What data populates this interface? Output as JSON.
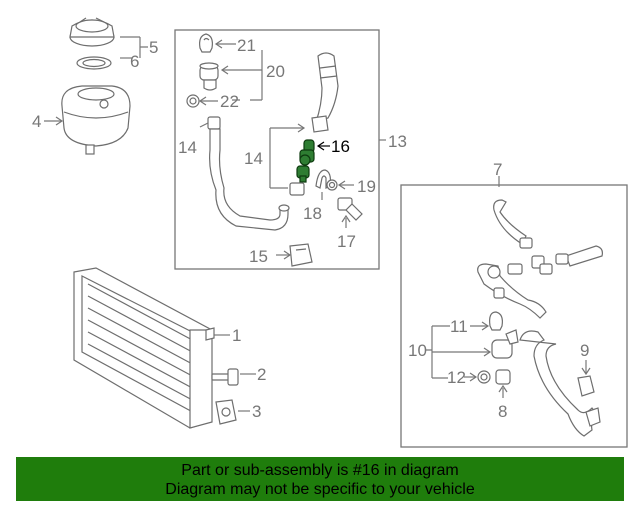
{
  "diagram": {
    "highlight_color": "#2e7d32",
    "callouts": {
      "c1": "1",
      "c2": "2",
      "c3": "3",
      "c4": "4",
      "c5": "5",
      "c6": "6",
      "c7": "7",
      "c8": "8",
      "c9": "9",
      "c10": "10",
      "c11": "11",
      "c12": "12",
      "c13": "13",
      "c14a": "14",
      "c14b": "14",
      "c15": "15",
      "c16": "16",
      "c17": "17",
      "c18": "18",
      "c19": "19",
      "c20": "20",
      "c21": "21",
      "c22": "22"
    }
  },
  "banner": {
    "background": "#1f7d0c",
    "line1": "Part or sub-assembly is #16 in diagram",
    "line2": "Diagram may not be specific to your vehicle"
  }
}
